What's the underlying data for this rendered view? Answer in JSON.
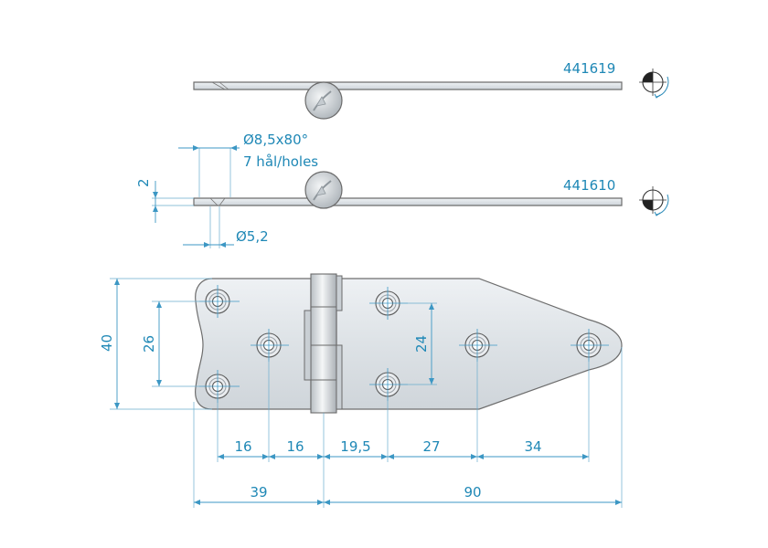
{
  "part_numbers": {
    "top": "441619",
    "bottom": "441610"
  },
  "hole_note": {
    "spec": "Ø8,5x80°",
    "count": "7 hål/holes"
  },
  "small_hole": "Ø5,2",
  "thickness": "2",
  "height_overall": "40",
  "hole_spacing_left": "26",
  "hole_spacing_right": "24",
  "horizontal_dims": {
    "d1": "16",
    "d2": "16",
    "d3": "19,5",
    "d4": "27",
    "d5": "34",
    "left_leaf": "39",
    "right_leaf": "90"
  },
  "colors": {
    "dimension": "#1f88b6",
    "outline": "#6b6b6b",
    "steel": "#d8dde2"
  },
  "icons": [
    "projection-symbol-icon",
    "hinge-pin-knuckle-icon"
  ]
}
